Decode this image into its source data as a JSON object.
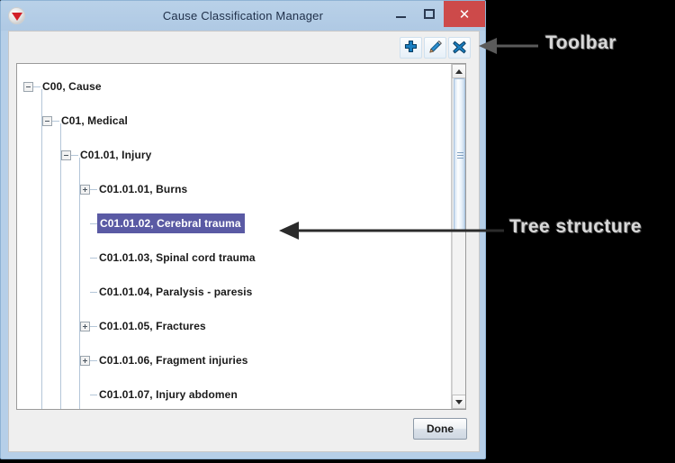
{
  "window": {
    "title": "Cause Classification Manager",
    "app_icon": "app-triangle-icon",
    "controls": {
      "minimize_label": "",
      "maximize_label": "",
      "close_label": "✕"
    }
  },
  "toolbar": {
    "buttons": [
      {
        "name": "add-button",
        "icon": "plus-icon",
        "label": ""
      },
      {
        "name": "edit-button",
        "icon": "pencil-icon",
        "label": ""
      },
      {
        "name": "delete-button",
        "icon": "asterisk-x-icon",
        "label": ""
      }
    ]
  },
  "tree": {
    "selection_color": "#5a5aa4",
    "nodes": [
      {
        "label": "C00, Cause",
        "depth": 0,
        "state": "expanded"
      },
      {
        "label": "C01, Medical",
        "depth": 1,
        "state": "expanded"
      },
      {
        "label": "C01.01, Injury",
        "depth": 2,
        "state": "expanded"
      },
      {
        "label": "C01.01.01, Burns",
        "depth": 3,
        "state": "collapsed"
      },
      {
        "label": "C01.01.02, Cerebral trauma",
        "depth": 3,
        "state": "leaf",
        "selected": true
      },
      {
        "label": "C01.01.03, Spinal cord trauma",
        "depth": 3,
        "state": "leaf"
      },
      {
        "label": "C01.01.04, Paralysis - paresis",
        "depth": 3,
        "state": "leaf"
      },
      {
        "label": "C01.01.05, Fractures",
        "depth": 3,
        "state": "collapsed"
      },
      {
        "label": "C01.01.06, Fragment injuries",
        "depth": 3,
        "state": "collapsed"
      },
      {
        "label": "C01.01.07, Injury abdomen",
        "depth": 3,
        "state": "leaf"
      }
    ]
  },
  "scrollbar": {
    "up_arrow": "triangle-up-icon",
    "down_arrow": "triangle-down-icon",
    "thumb_grip": "grip-icon"
  },
  "footer": {
    "done_label": "Done"
  },
  "annotations": [
    {
      "name": "annotation-toolbar",
      "text": "Toolbar"
    },
    {
      "name": "annotation-tree",
      "text": "Tree structure"
    }
  ]
}
